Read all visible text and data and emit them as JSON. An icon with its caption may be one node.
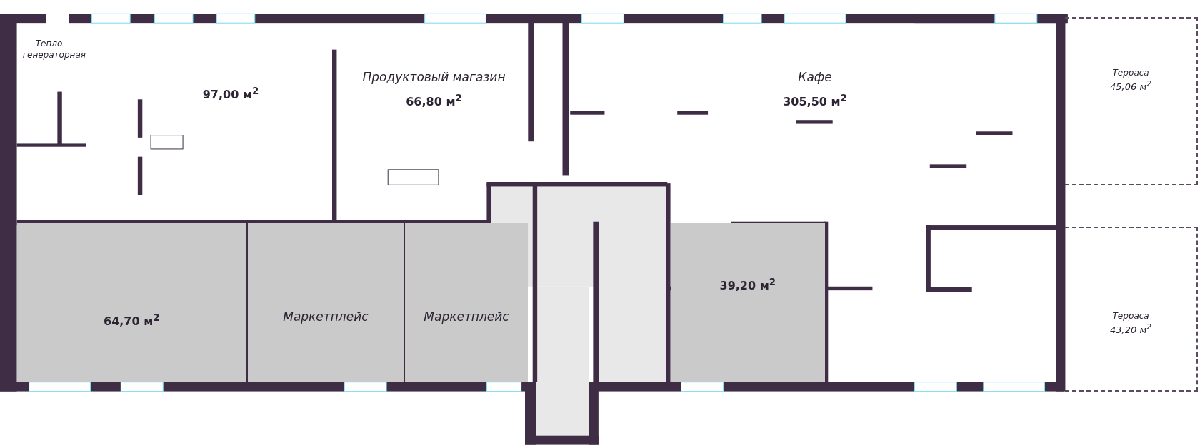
{
  "diagram": {
    "nodes": [
      {
        "text": [
          "Тепло-генераторная"
        ]
      },
      {
        "text": [
          "97,00 м$^{2}$"
        ]
      },
      {
        "text": [
          "Продуктовый магазин",
          "66,80 м$^{2}$"
        ]
      },
      {
        "text": [
          "Кафе",
          "305,50 м$^{2}$"
        ]
      },
      {
        "text": [
          "Терраса",
          "45,06 м$^{2}$"
        ]
      },
      {
        "text": [
          "64,70 м$^{2}$"
        ]
      },
      {
        "text": [
          "Маркетплейс"
        ]
      },
      {
        "text": [
          "Маркетплейс"
        ]
      },
      {
        "text": [
          "39,20 м$^{2}$"
        ]
      },
      {
        "text": [
          "Терраса",
          "43,20 м$^{2}$"
        ]
      }
    ]
  }
}
